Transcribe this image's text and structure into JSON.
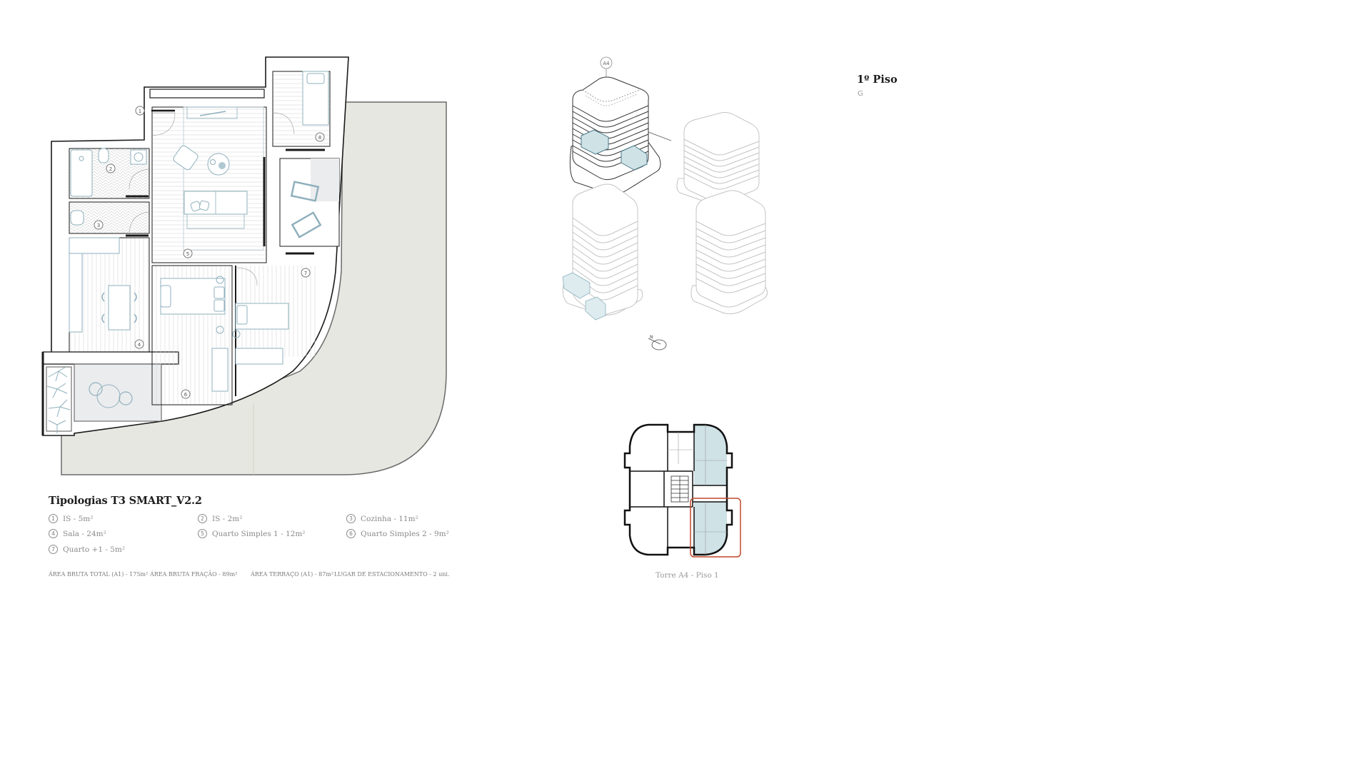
{
  "plan": {
    "title": "Tipologias T3 SMART_V2.2",
    "rooms": [
      {
        "num": "1",
        "label": "IS - 5m²"
      },
      {
        "num": "2",
        "label": "IS - 2m²"
      },
      {
        "num": "3",
        "label": "Cozinha - 11m²"
      },
      {
        "num": "4",
        "label": "Sala - 24m²"
      },
      {
        "num": "5",
        "label": "Quarto Simples 1 - 12m²"
      },
      {
        "num": "6",
        "label": "Quarto Simples 2 - 9m²"
      },
      {
        "num": "7",
        "label": "Quarto +1 - 5m²"
      }
    ],
    "plan_markers": [
      "1",
      "2",
      "3",
      "4",
      "5",
      "6",
      "7",
      "8"
    ],
    "areas": [
      "ÁREA BRUTA TOTAL (A1) - 175m²",
      "ÁREA BRUTA FRAÇÃO - 89m²",
      "ÁREA TERRAÇO (A1) - 87m²",
      "LUGAR DE ESTACIONAMENTO - 2 uni."
    ]
  },
  "floor": {
    "title": "1º Piso",
    "subtitle": "G"
  },
  "iso": {
    "tower_label": "A4"
  },
  "mini_plan": {
    "caption": "Torre A4 - Piso 1"
  },
  "colors": {
    "terrace": "#e6e7e0",
    "highlight": "#cfe2e6",
    "highlight_stroke": "#6a9aaa",
    "furniture": "#8fb0bc",
    "selection": "#c0492a",
    "wall": "#1a1a1a",
    "balcony": "#ebecee"
  }
}
